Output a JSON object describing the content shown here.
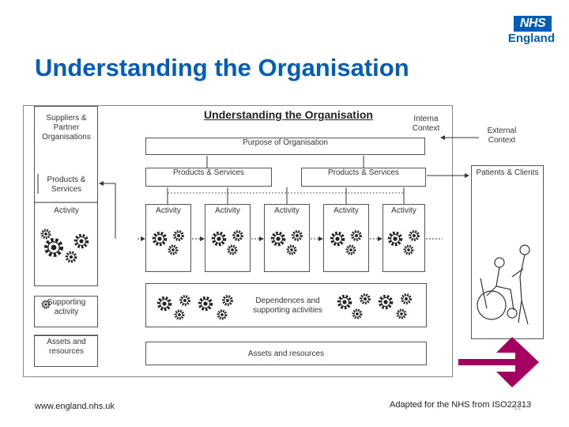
{
  "logo": {
    "nhs": "NHS",
    "region": "England"
  },
  "slide_title": "Understanding the Organisation",
  "diagram": {
    "heading": "Understanding the Organisation",
    "left_column": {
      "suppliers": "Suppliers & Partner Organisations",
      "products": "Products & Services",
      "activity": "Activity",
      "supporting": "Supporting activity",
      "assets": "Assets and resources"
    },
    "internal_context": "Interna Context",
    "external_context": "External Context",
    "purpose": "Purpose of Organisation",
    "products_services": [
      "Products & Services",
      "Products & Services"
    ],
    "patients_clients": "Patients & Clients",
    "activities": [
      "Activity",
      "Activity",
      "Activity",
      "Activity",
      "Activity"
    ],
    "dependencies": "Dependences and supporting activities",
    "assets_resources": "Assets and resources"
  },
  "footer": {
    "website": "www.england.nhs.uk",
    "source": "Adapted for the NHS from ISO22313",
    "page": "11"
  },
  "colors": {
    "nhs_blue": "#005eb8",
    "arrow_magenta": "#a3005f"
  }
}
